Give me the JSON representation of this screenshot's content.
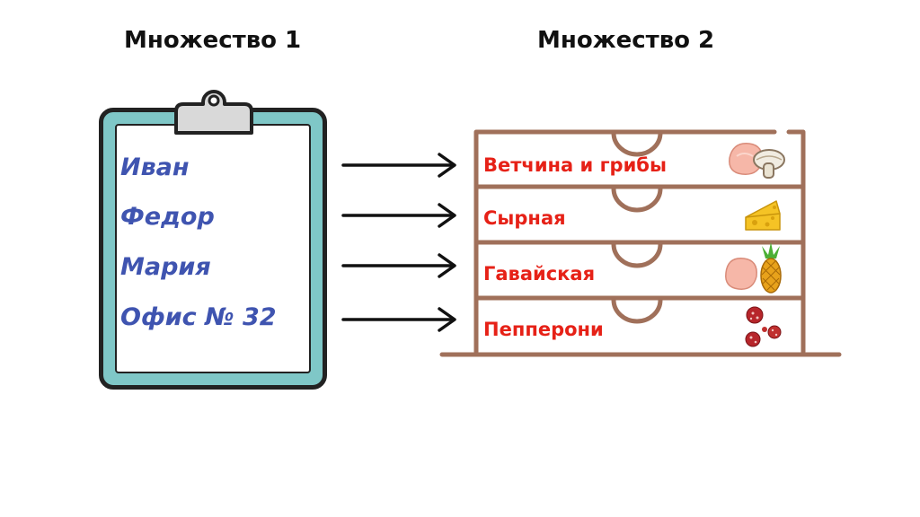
{
  "set1": {
    "title": "Множество 1",
    "items": [
      "Иван",
      "Федор",
      "Мария",
      "Офис № 32"
    ]
  },
  "set2": {
    "title": "Множество 2",
    "items": [
      "Ветчина и грибы",
      "Сырная",
      "Гавайская",
      "Пепперони"
    ]
  },
  "colors": {
    "set1_text": "#3f54b0",
    "set2_text": "#e62117",
    "clipboard": "#7fc7c7",
    "pizza_box": "#a0705a"
  }
}
